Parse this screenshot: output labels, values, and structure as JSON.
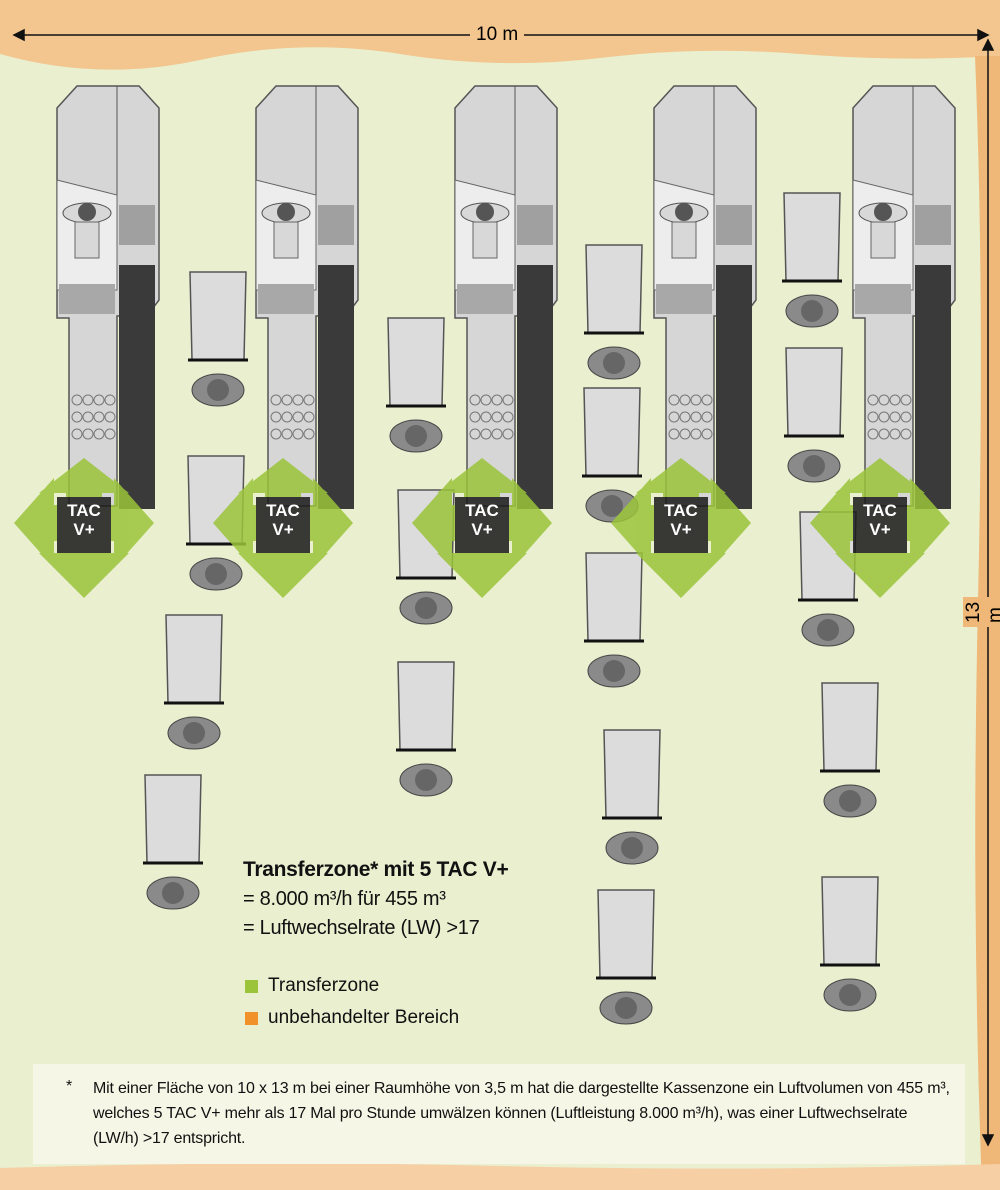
{
  "dimensions": {
    "width_label": "10 m",
    "height_label": "13 m"
  },
  "units": [
    {
      "label_line1": "TAC",
      "label_line2": "V+"
    },
    {
      "label_line1": "TAC",
      "label_line2": "V+"
    },
    {
      "label_line1": "TAC",
      "label_line2": "V+"
    },
    {
      "label_line1": "TAC",
      "label_line2": "V+"
    },
    {
      "label_line1": "TAC",
      "label_line2": "V+"
    }
  ],
  "info": {
    "title": "Transferzone* mit 5 TAC V+",
    "line1": "= 8.000 m³/h für 455 m³",
    "line2": "= Luftwechselrate (LW) >17"
  },
  "legend": [
    {
      "label": "Transferzone",
      "color": "#9bc43a"
    },
    {
      "label": "unbehandelter Bereich",
      "color": "#f0912a"
    }
  ],
  "footnote": {
    "marker": "*",
    "text": "Mit einer Fläche von 10 x 13 m bei einer Raumhöhe von 3,5 m hat die dargestellte Kassenzone ein Luftvolumen von 455 m³, welches 5 TAC V+ mehr als 17 Mal pro Stunde umwälzen können (Luftleistung 8.000 m³/h), was einer Luftwechselrate (LW/h) >17 entspricht."
  },
  "colors": {
    "background": "#e9efcf",
    "border": "#f2c68e",
    "arrow": "#9bc43a",
    "unit": "#1a1a1a"
  }
}
